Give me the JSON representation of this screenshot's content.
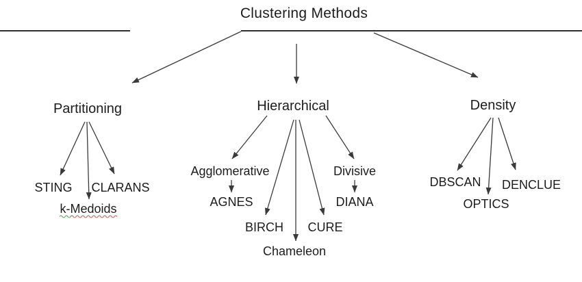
{
  "colors": {
    "background": "#ffffff",
    "text": "#1c1c1c",
    "line": "#3a3a3a",
    "rule": "#2e2e2e",
    "spell_check_red": "#e04f4f",
    "spell_check_green": "#49a84d"
  },
  "tree": {
    "root": "Clustering Methods",
    "branches": [
      {
        "label": "Partitioning",
        "children": [
          {
            "label": "STING"
          },
          {
            "label": "k-Medoids",
            "spell_check_underline": "green+red wavy"
          },
          {
            "label": "CLARANS"
          }
        ]
      },
      {
        "label": "Hierarchical",
        "children": [
          {
            "label": "Agglomerative",
            "child": {
              "label": "AGNES"
            }
          },
          {
            "label": "BIRCH"
          },
          {
            "label": "Chameleon"
          },
          {
            "label": "CURE"
          },
          {
            "label": "Divisive",
            "child": {
              "label": "DIANA"
            }
          }
        ]
      },
      {
        "label": "Density",
        "children": [
          {
            "label": "DBSCAN"
          },
          {
            "label": "OPTICS"
          },
          {
            "label": "DENCLUE"
          }
        ]
      }
    ]
  }
}
